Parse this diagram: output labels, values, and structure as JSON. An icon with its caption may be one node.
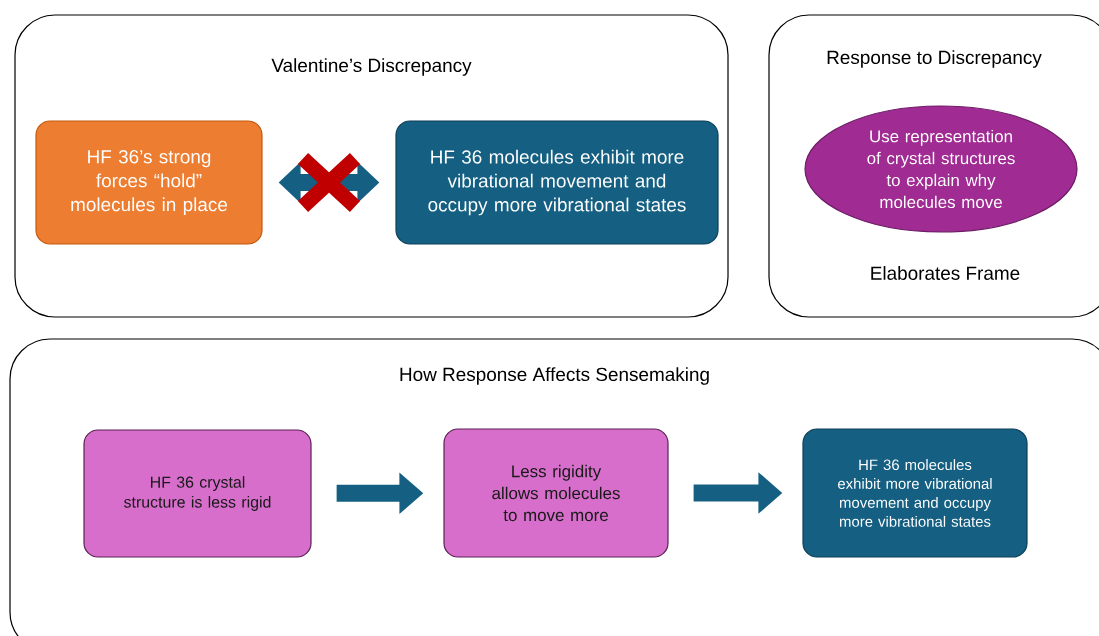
{
  "diagram": {
    "nodes": [
      {
        "text": [
          "Valentine’s Discrepancy"
        ]
      },
      {
        "text": [
          "HF 36’s strong forces “hold” molecules in place"
        ],
        "in": 0
      },
      {
        "text": [
          "HF 36 molecules exhibit more vibrational movement and occupy more vibrational states"
        ],
        "in": 0
      },
      {
        "text": [
          "Response to Discrepancy"
        ]
      },
      {
        "text": [
          "Use representation of crystal structures to explain why molecules move"
        ],
        "in": 3,
        "beside": [
          "Elaborates Frame"
        ]
      },
      {
        "text": [
          "How Response Affects Sensemaking"
        ]
      },
      {
        "text": [
          "HF 36 crystal structure is less rigid"
        ],
        "in": 5
      },
      {
        "text": [
          "Less rigidity allows molecules to move more"
        ],
        "in": 5
      },
      {
        "text": [
          "HF 36 molecules exhibit more vibrational movement and occupy more vibrational states"
        ],
        "in": 5
      }
    ],
    "edges": [
      {
        "from": 1,
        "to": 2,
        "arrow": "both"
      },
      {
        "from": 6,
        "to": 7,
        "arrow": "to"
      },
      {
        "from": 7,
        "to": 8,
        "arrow": "to"
      }
    ]
  }
}
